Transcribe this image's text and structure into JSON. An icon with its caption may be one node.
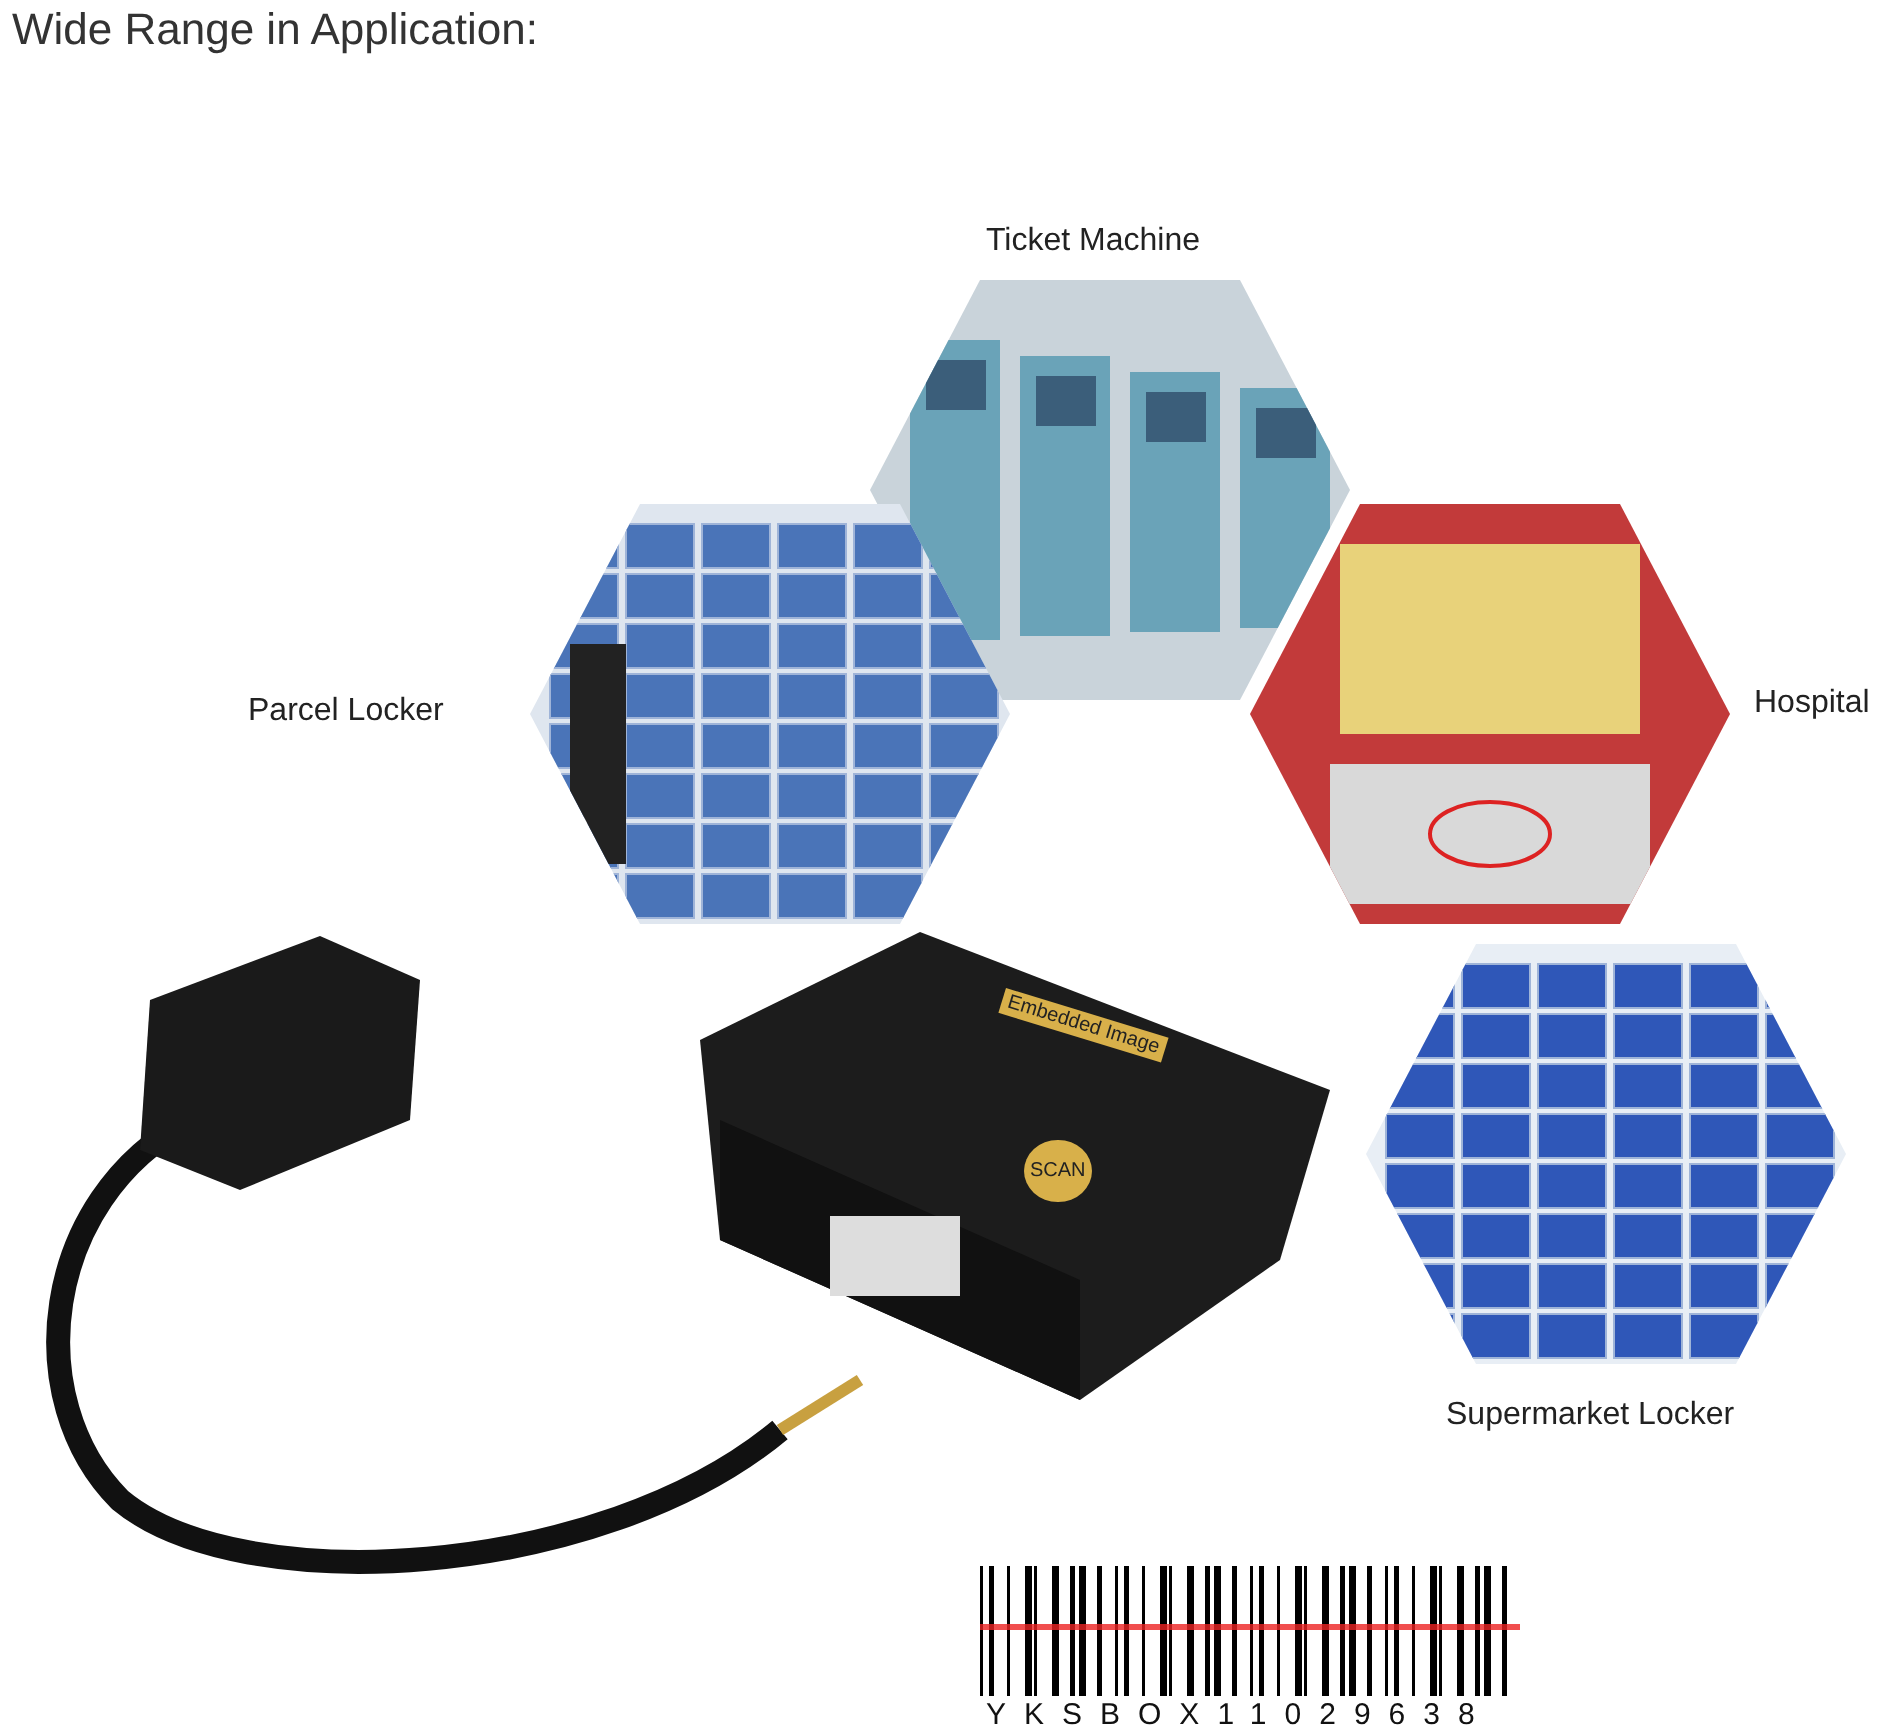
{
  "diagram": {
    "title": "Wide Range in Application:",
    "nodes": [
      {
        "text": [
          "Ticket Machine"
        ]
      },
      {
        "text": [
          "Parcel Locker"
        ]
      },
      {
        "text": [
          "Hospital"
        ]
      },
      {
        "text": [
          "Supermarket Locker"
        ]
      }
    ],
    "labels": [
      "Embedded Image",
      "SCAN",
      "YKSBOX11029638"
    ]
  }
}
